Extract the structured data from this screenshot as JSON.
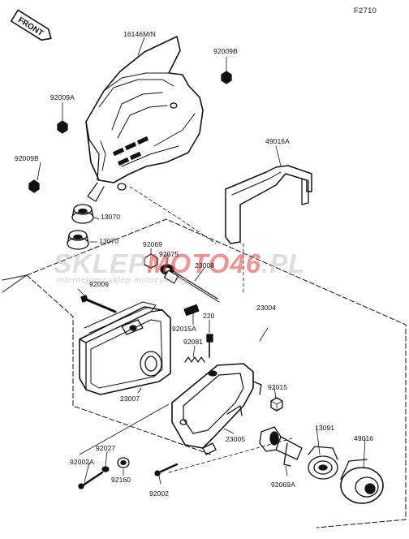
{
  "diagram": {
    "code": "F2710",
    "front_badge": "FRONT",
    "watermark": {
      "brand_left": "SKLEP",
      "brand_accent": "MOTO46",
      "brand_right": ".PL",
      "tagline": "internetowy sklep motocyklowy"
    },
    "parts": {
      "p16146": "16146M/N",
      "p92009b_top": "92009B",
      "p92009a": "92009A",
      "p92009b_left": "92009B",
      "p49016a": "49016A",
      "p13070_a": "13070",
      "p13070_b": "13070",
      "p92069": "92069",
      "p92075": "92075",
      "p23008": "23008",
      "p92009": "92009",
      "p23004": "23004",
      "p220": "220",
      "p92015a": "92015A",
      "p92081": "92081",
      "p23007": "23007",
      "p92015": "92015",
      "p23005": "23005",
      "p13091": "13091",
      "p49016": "49016",
      "p92027": "92027",
      "p92002a": "92002A",
      "p92160": "92160",
      "p92002": "92002",
      "p92069a": "92069A"
    }
  }
}
